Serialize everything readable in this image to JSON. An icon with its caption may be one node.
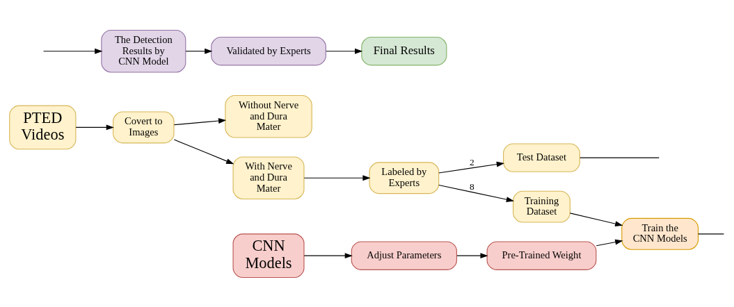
{
  "diagram": {
    "nodes": [
      {
        "text": [
          "PTED Videos"
        ]
      },
      {
        "text": [
          "Covert to Images"
        ]
      },
      {
        "text": [
          "Without Nerve and Dura Mater"
        ]
      },
      {
        "text": [
          "With Nerve and Dura Mater"
        ]
      },
      {
        "text": [
          "Labeled by Experts"
        ]
      },
      {
        "text": [
          "Test Dataset"
        ]
      },
      {
        "text": [
          "Training Dataset"
        ]
      },
      {
        "text": [
          "Train the CNN Models"
        ]
      },
      {
        "text": [
          "CNN Models"
        ]
      },
      {
        "text": [
          "Adjust Parameters"
        ]
      },
      {
        "text": [
          "Pre-Trained Weight"
        ]
      },
      {
        "text": [
          "Final Results"
        ]
      },
      {
        "text": [
          "Validated by Experts"
        ]
      },
      {
        "text": [
          "The Detection Results by CNN Model"
        ]
      }
    ],
    "edges": [
      {
        "from": 0,
        "to": 1,
        "arrow": "to"
      },
      {
        "from": 1,
        "to": 2,
        "arrow": "to"
      },
      {
        "from": 1,
        "to": 3,
        "arrow": "to"
      },
      {
        "from": 3,
        "to": 4,
        "arrow": "to"
      },
      {
        "from": 4,
        "to": 5,
        "arrow": "to",
        "label": "2"
      },
      {
        "from": 4,
        "to": 6,
        "arrow": "to",
        "label": "8"
      },
      {
        "from": 6,
        "to": 7,
        "arrow": "to"
      },
      {
        "from": 8,
        "to": 9,
        "arrow": "to"
      },
      {
        "from": 9,
        "to": 10,
        "arrow": "to"
      },
      {
        "from": 10,
        "to": 7,
        "arrow": "to"
      },
      {
        "from": 5,
        "to": null,
        "arrow": "none"
      },
      {
        "from": 7,
        "to": null,
        "arrow": "none"
      },
      {
        "from": null,
        "to": 13,
        "arrow": "to"
      },
      {
        "from": 13,
        "to": 12,
        "arrow": "to"
      },
      {
        "from": 12,
        "to": 11,
        "arrow": "to"
      }
    ]
  }
}
